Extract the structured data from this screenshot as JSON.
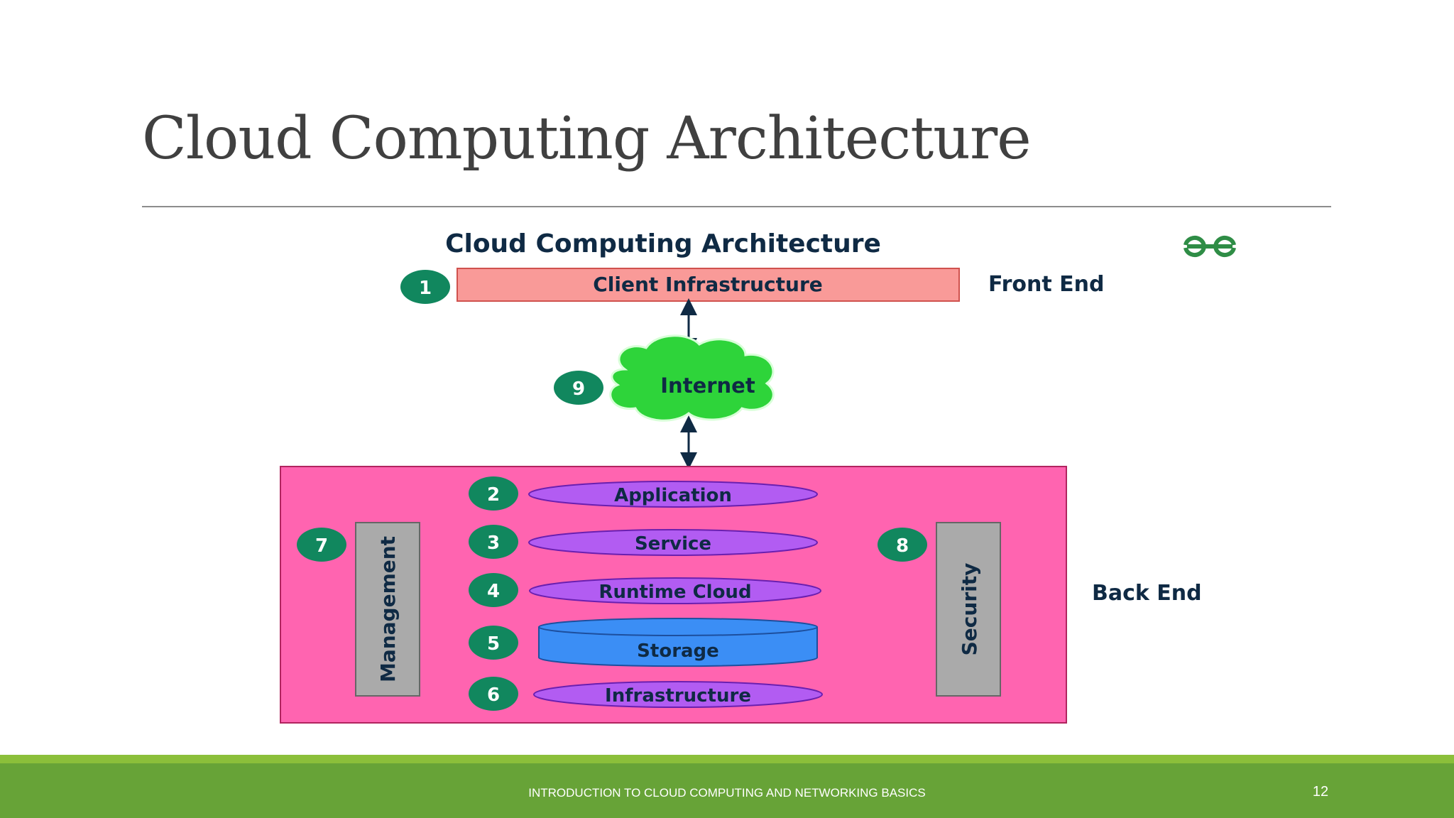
{
  "slide": {
    "title": "Cloud Computing Architecture",
    "footer": "INTRODUCTION TO CLOUD COMPUTING AND NETWORKING BASICS",
    "page_number": "12"
  },
  "diagram": {
    "title": "Cloud Computing Architecture",
    "logo_icon": "geeksforgeeks-logo-icon",
    "front_end_label": "Front End",
    "back_end_label": "Back End",
    "client": {
      "number": "1",
      "label": "Client Infrastructure"
    },
    "internet": {
      "number": "9",
      "label": "Internet"
    },
    "management": {
      "number": "7",
      "label": "Management"
    },
    "security": {
      "number": "8",
      "label": "Security"
    },
    "layers": [
      {
        "number": "2",
        "label": "Application"
      },
      {
        "number": "3",
        "label": "Service"
      },
      {
        "number": "4",
        "label": "Runtime Cloud"
      },
      {
        "number": "5",
        "label": "Storage"
      },
      {
        "number": "6",
        "label": "Infrastructure"
      }
    ],
    "colors": {
      "badge": "#11875e",
      "client_box": "#f99a98",
      "cloud": "#2ed43a",
      "backend_box": "#ff64b0",
      "layer": "#b25cf2",
      "storage": "#3b8ef5",
      "side_panel": "#aaaaaa",
      "text_dark": "#0f2a44"
    }
  }
}
